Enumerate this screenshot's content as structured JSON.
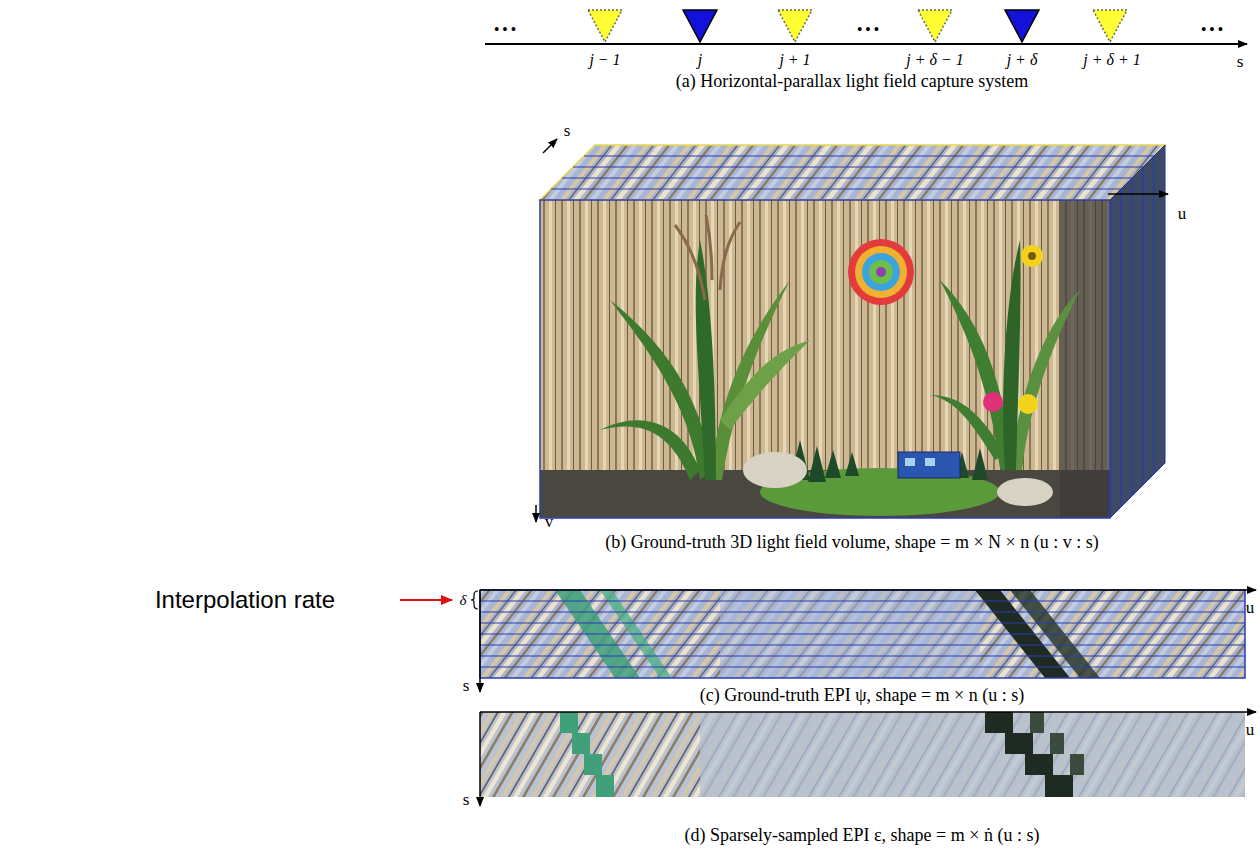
{
  "diagram": {
    "labels": [
      "• • •",
      "• • •",
      "• • •",
      "j − 1",
      "j",
      "j + 1",
      "j + δ − 1",
      "j + δ",
      "j + δ + 1",
      "s",
      "(a) Horizontal-parallax light field capture system",
      "s",
      "u",
      "v",
      "(b) Ground-truth 3D light field volume, shape = m × N × n (u : v : s)",
      "Interpolation rate",
      "δ",
      "u",
      "s",
      "(c) Ground-truth EPI ψ, shape = m × n (u : s)",
      "u",
      "s",
      "(d) Sparsely-sampled EPI ε, shape = m × ṅ (u : s)"
    ]
  }
}
